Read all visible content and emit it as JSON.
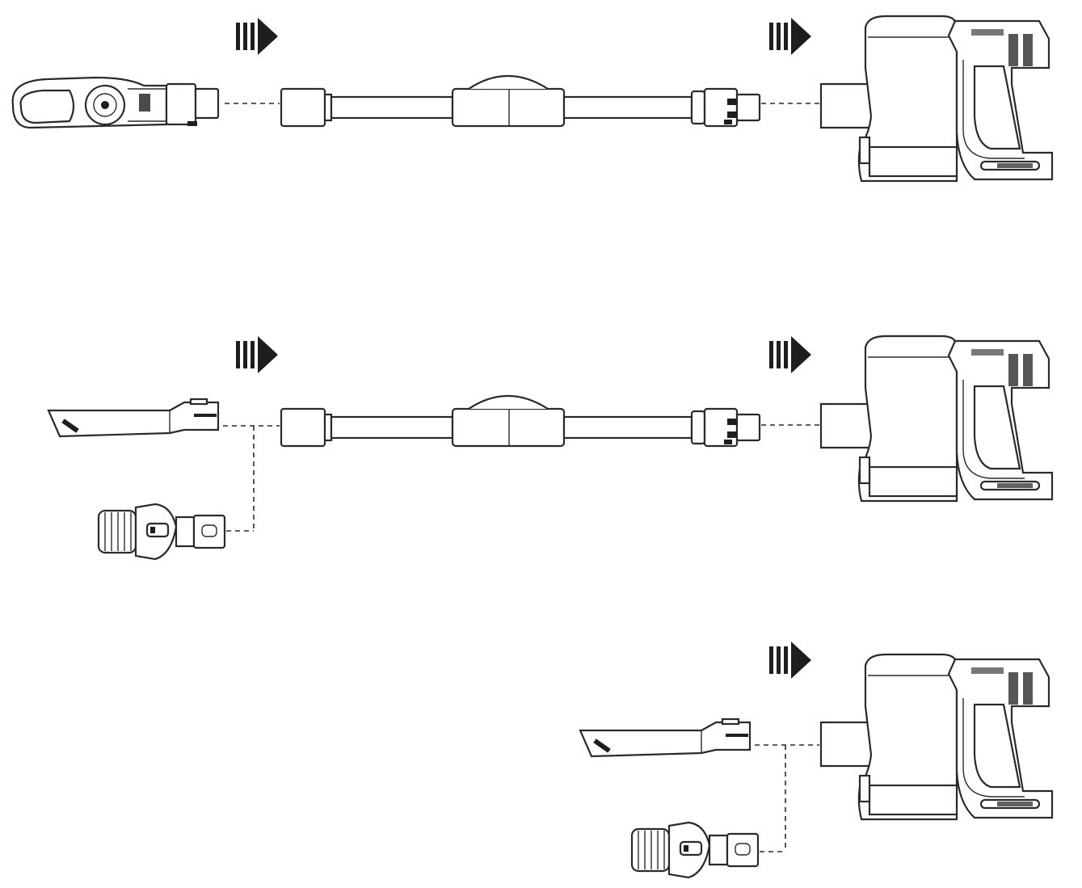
{
  "diagram": {
    "steps": [
      {
        "id": "step-1",
        "parts": [
          "floor-brush",
          "extension-tube",
          "vacuum-main-unit"
        ]
      },
      {
        "id": "step-2",
        "parts": [
          "crevice-tool",
          "dusting-brush",
          "extension-tube",
          "vacuum-main-unit"
        ]
      },
      {
        "id": "step-3",
        "parts": [
          "crevice-tool",
          "dusting-brush",
          "vacuum-main-unit"
        ]
      }
    ],
    "icons": [
      "insert-arrow-icon"
    ]
  },
  "colors": {
    "line": "#2a2a2a",
    "fill": "#ffffff",
    "arrow": "#1e1e1e"
  }
}
